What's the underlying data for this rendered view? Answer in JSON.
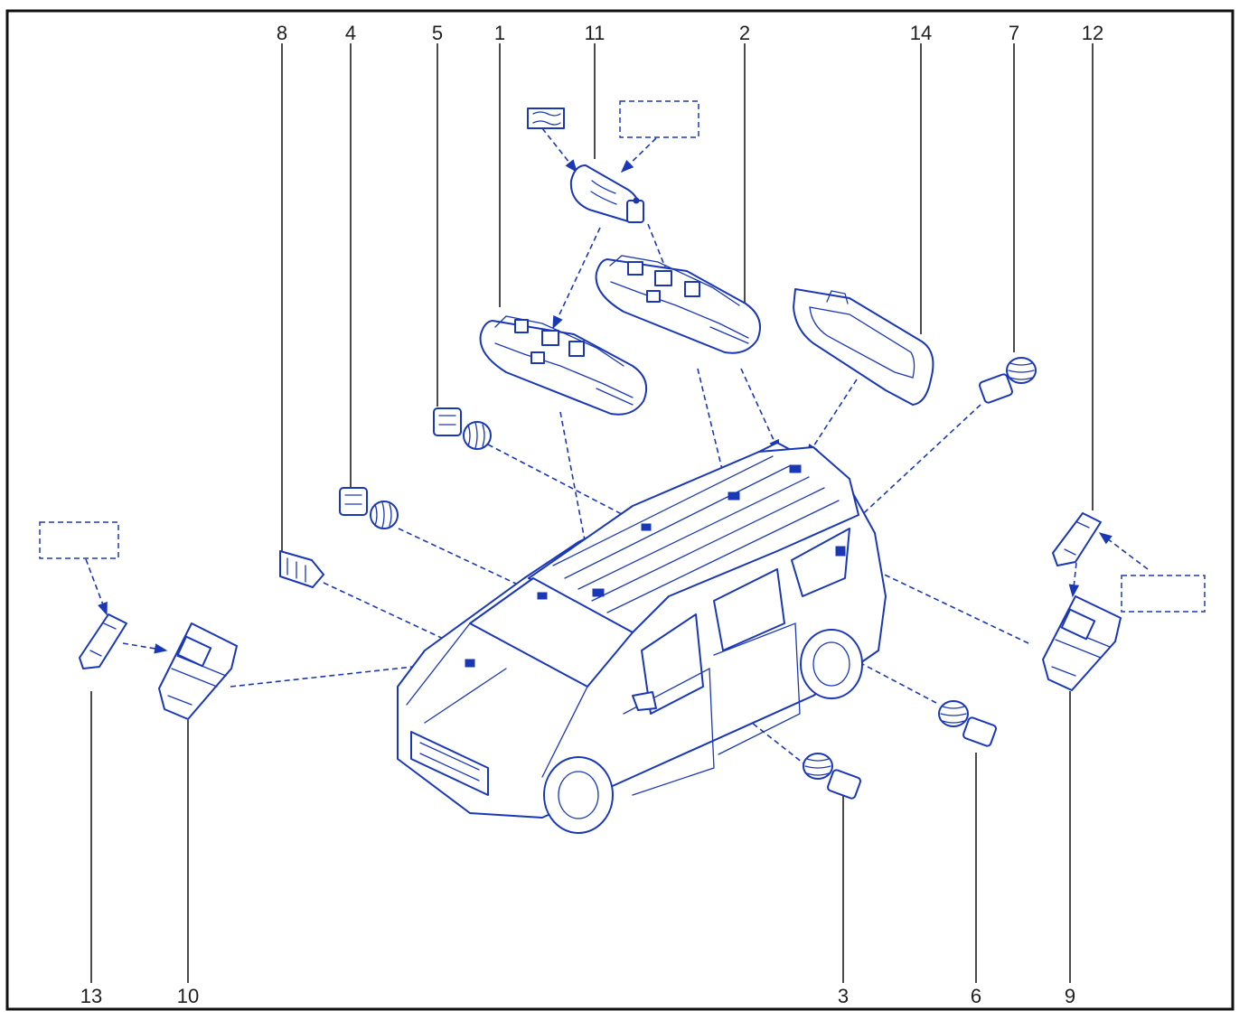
{
  "labels": {
    "top": [
      "8",
      "4",
      "5",
      "1",
      "11",
      "2",
      "14",
      "7",
      "12"
    ],
    "bottom": [
      "13",
      "10",
      "3",
      "6",
      "9"
    ]
  },
  "colors": {
    "drawing": "#1a38b5",
    "lines": "#1f1f1f",
    "frame": "#111111"
  }
}
